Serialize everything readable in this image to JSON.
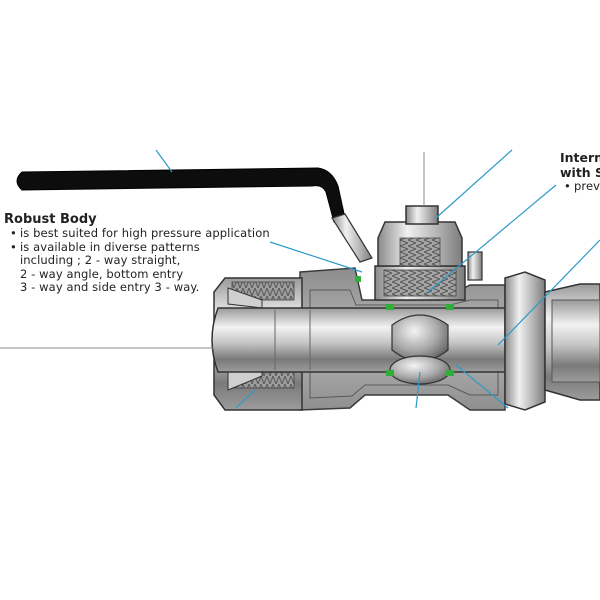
{
  "robust_body": {
    "title": "Robust Body",
    "bullets": [
      "is best suited for high pressure application",
      "is available in diverse patterns"
    ],
    "continuation": [
      "including ; 2 - way straight,",
      "2 - way angle, bottom entry",
      "3 - way and side entry 3 - way."
    ]
  },
  "internal_callout": {
    "title_line1": "Interna",
    "title_line2": "with S",
    "bullet": "prev"
  },
  "colors": {
    "leader_line": "#2c9ac8",
    "handle": "#0d0d0d",
    "metal_dark": "#6f6f6f",
    "metal_mid": "#a9a9a9",
    "metal_light": "#e4e4e4",
    "seal": "#2fae3a"
  }
}
